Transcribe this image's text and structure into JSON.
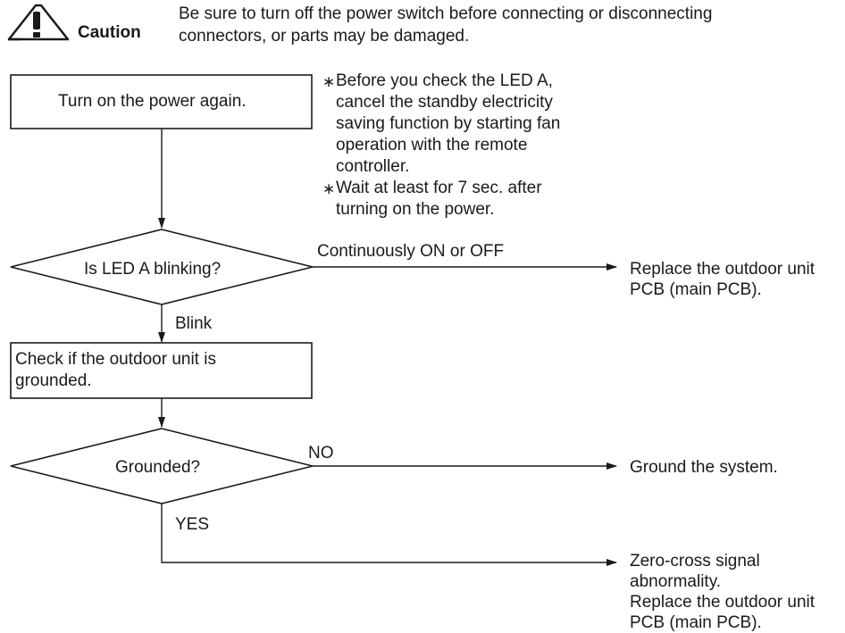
{
  "caution": {
    "label": "Caution",
    "message_line1": "Be sure to turn off the power switch before connecting or disconnecting",
    "message_line2": "connectors, or parts may be damaged."
  },
  "steps": {
    "power_on": "Turn on the power again.",
    "check_ground_line1": "Check if the outdoor unit is",
    "check_ground_line2": "grounded."
  },
  "notes": {
    "marker": "∗",
    "note1_lines": [
      "Before you check the LED A,",
      "cancel the standby electricity",
      "saving function by starting fan",
      "operation with the remote",
      "controller."
    ],
    "note2_lines": [
      "Wait at least for 7 sec. after",
      "turning on the power."
    ]
  },
  "decisions": {
    "led_blinking": "Is LED A blinking?",
    "grounded": "Grounded?"
  },
  "branches": {
    "continuous": "Continuously ON or OFF",
    "blink": "Blink",
    "no": "NO",
    "yes": "YES"
  },
  "results": {
    "replace_pcb_line1": "Replace the outdoor unit",
    "replace_pcb_line2": "PCB (main PCB).",
    "ground_system": "Ground the system.",
    "zero_cross_line1": "Zero-cross signal",
    "zero_cross_line2": "abnormality.",
    "zero_cross_line3": "Replace the outdoor unit",
    "zero_cross_line4": "PCB (main PCB)."
  },
  "colors": {
    "stroke": "#1a1a1a",
    "background": "#ffffff"
  }
}
